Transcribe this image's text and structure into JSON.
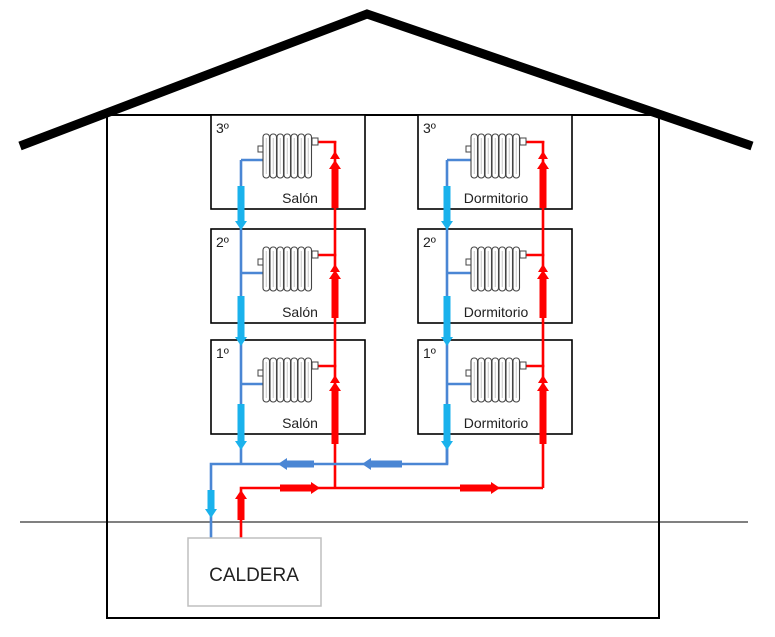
{
  "colors": {
    "outline": "#000000",
    "hot": "#ff0000",
    "cold_pipe": "#4a86d4",
    "cold_arrow": "#1ab2ec",
    "boiler_border": "#bfbfbf",
    "radiator": "#444444"
  },
  "columns": [
    {
      "floors": [
        {
          "floor": "3º",
          "room": "Salón"
        },
        {
          "floor": "2º",
          "room": "Salón"
        },
        {
          "floor": "1º",
          "room": "Salón"
        }
      ]
    },
    {
      "floors": [
        {
          "floor": "3º",
          "room": "Dormitorio"
        },
        {
          "floor": "2º",
          "room": "Dormitorio"
        },
        {
          "floor": "1º",
          "room": "Dormitorio"
        }
      ]
    }
  ],
  "boiler": {
    "label": "CALDERA"
  },
  "icons": {
    "radiator": "radiator-icon",
    "flow_up": "arrow-up-icon",
    "flow_down": "arrow-down-icon",
    "flow_left": "arrow-left-icon",
    "flow_right": "arrow-right-icon"
  }
}
